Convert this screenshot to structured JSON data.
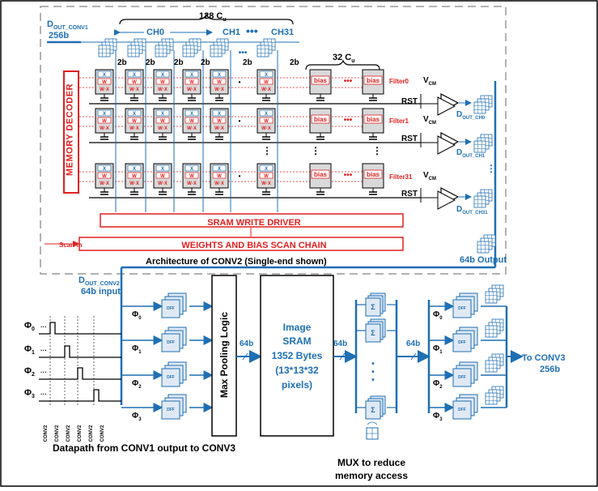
{
  "conv2": {
    "dout_conv1": "D",
    "dout_conv1_sub": "OUT_CONV1",
    "dout_conv1_bits": "256b",
    "cu_128": "128 C",
    "cu_128_sub": "u",
    "cu_32": "32 C",
    "cu_32_sub": "u",
    "ch0": "CH0",
    "ch1": "CH1",
    "ch31": "CH31",
    "bits_2b": "2b",
    "cell_x": "X",
    "cell_w": "W",
    "cell_wx": "W·X",
    "bias": "bias",
    "filter0": "Filter0",
    "filter1": "Filter1",
    "filter31": "Filter31",
    "vcm": "V",
    "vcm_sub": "CM",
    "rst": "RST",
    "dout_ch0": "D",
    "dout_ch0_sub": "OUT_CH0",
    "dout_ch1": "D",
    "dout_ch1_sub": "OUT_CH1",
    "dout_ch31": "D",
    "dout_ch31_sub": "OUT_CH31",
    "memory_decoder": "MEMORY DECODER",
    "sram_write_driver": "SRAM WRITE DRIVER",
    "scan_chain": "WEIGHTS AND BIAS SCAN CHAIN",
    "scan_in": "Scan In",
    "caption": "Architecture of CONV2 (Single-end shown)",
    "output_64b": "64b Output"
  },
  "datapath": {
    "dout_conv2": "D",
    "dout_conv2_sub": "OUT_CONV2",
    "input_64b": "64b input",
    "phi0": "Φ",
    "phi_subs": [
      "0",
      "1",
      "2",
      "3"
    ],
    "conv2_tick": "CONV2",
    "dots": "···",
    "dff": "DFF",
    "max_pooling": "Max Pooling Logic",
    "bits_64b": "64b",
    "sram_lines": [
      "Image",
      "SRAM",
      "1352 Bytes",
      "(13*13*32",
      "pixels)"
    ],
    "to_conv3": "To CONV3",
    "to_conv3_bits": "256b",
    "caption": "Datapath from CONV1 output to CONV3",
    "mux_caption_1": "MUX to reduce",
    "mux_caption_2": "memory access"
  },
  "colors": {
    "blue": "#1f6fb4",
    "red": "#e02020",
    "cell_fill": "#d9d9d9",
    "dash": "#999999"
  }
}
